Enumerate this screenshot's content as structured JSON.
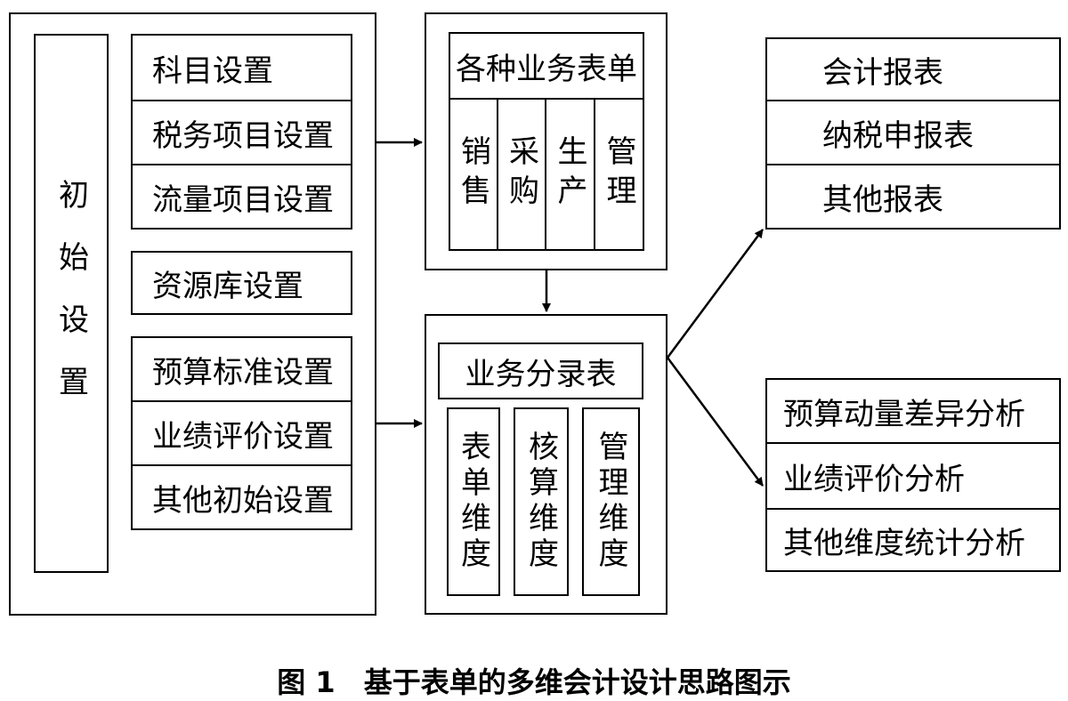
{
  "init": {
    "title": "初始设置",
    "items": [
      "科目设置",
      "税务项目设置",
      "流量项目设置",
      "资源库设置",
      "预算标准设置",
      "业绩评价设置",
      "其他初始设置"
    ]
  },
  "forms": {
    "title": "各种业务表单",
    "cols": [
      "销售",
      "采购",
      "生产",
      "管理"
    ]
  },
  "entries": {
    "title": "业务分录表",
    "dims": [
      "表单维度",
      "核算维度",
      "管理维度"
    ]
  },
  "reports": [
    "会计报表",
    "纳税申报表",
    "其他报表"
  ],
  "analysis": [
    "预算动量差异分析",
    "业绩评价分析",
    "其他维度统计分析"
  ],
  "caption": "图 1　基于表单的多维会计设计思路图示"
}
